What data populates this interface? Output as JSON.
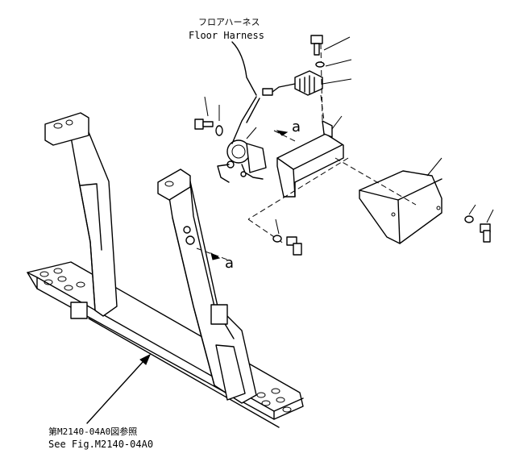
{
  "labels": {
    "harness_jp": "フロアハーネス",
    "harness_en": "Floor Harness",
    "ref_jp": "第M2140-04A0図参照",
    "ref_en": "See Fig.M2140-04A0"
  },
  "marks": {
    "mark_a_upper": "a",
    "mark_a_lower": "a"
  },
  "colors": {
    "ink": "#000000",
    "paper": "#ffffff"
  }
}
